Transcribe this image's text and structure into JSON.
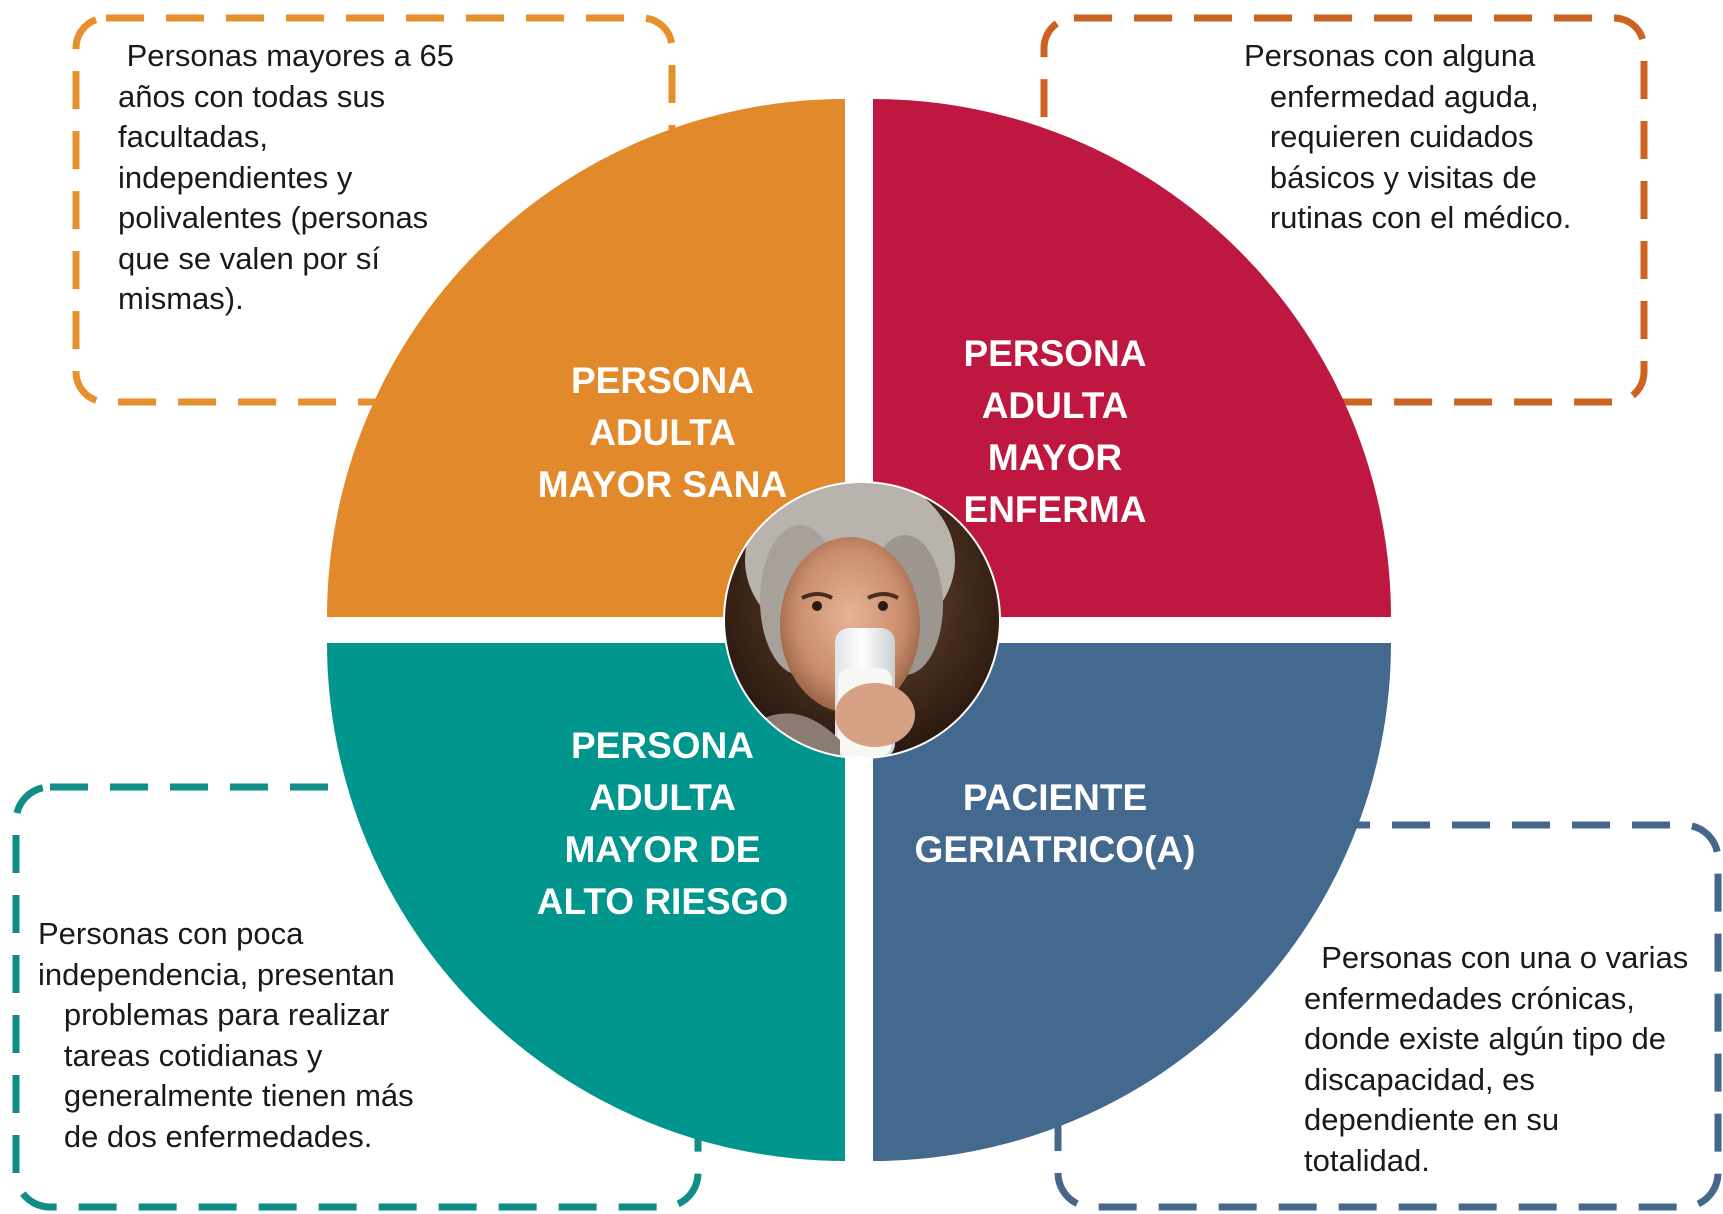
{
  "colors": {
    "sana": "#E28A2B",
    "enferma": "#BE1740",
    "alto_riesgo": "#00958D",
    "geriatrico": "#43698E",
    "border_sana": "#E6902D",
    "border_enferma": "#CC6320",
    "border_alto_riesgo": "#0E8E86",
    "border_geriatrico": "#45688A",
    "description_text": "#1a1a1a",
    "label_text": "#ffffff"
  },
  "center_image": {
    "alt": "photo-elderly-woman-drinking-milk"
  },
  "quadrants": {
    "sana": {
      "label_lines": [
        "PERSONA",
        "ADULTA",
        "MAYOR SANA"
      ]
    },
    "enferma": {
      "label_lines": [
        "PERSONA",
        "ADULTA",
        "MAYOR",
        "ENFERMA"
      ]
    },
    "alto_riesgo": {
      "label_lines": [
        "PERSONA",
        "ADULTA",
        "MAYOR DE",
        "ALTO RIESGO"
      ]
    },
    "geriatrico": {
      "label_lines": [
        "PACIENTE",
        "GERIATRICO(A)"
      ]
    }
  },
  "descriptions": {
    "sana": {
      "lines": [
        " Personas mayores a 65",
        "años con todas sus",
        "facultadas,",
        "independientes y",
        "polivalentes (personas",
        "que se valen por sí",
        "mismas)."
      ]
    },
    "enferma": {
      "lines": [
        "Personas con alguna",
        "   enfermedad aguda,",
        "   requieren cuidados",
        "   básicos y visitas de",
        "   rutinas con el médico."
      ]
    },
    "alto_riesgo": {
      "lines": [
        "Personas con poca",
        "independencia, presentan",
        "   problemas para realizar",
        "   tareas cotidianas y",
        "   generalmente tienen más",
        "   de dos enfermedades."
      ]
    },
    "geriatrico": {
      "lines": [
        "  Personas con una o varias",
        "enfermedades crónicas,",
        "donde existe algún tipo de",
        "discapacidad, es",
        "dependiente en su",
        "totalidad."
      ]
    }
  }
}
